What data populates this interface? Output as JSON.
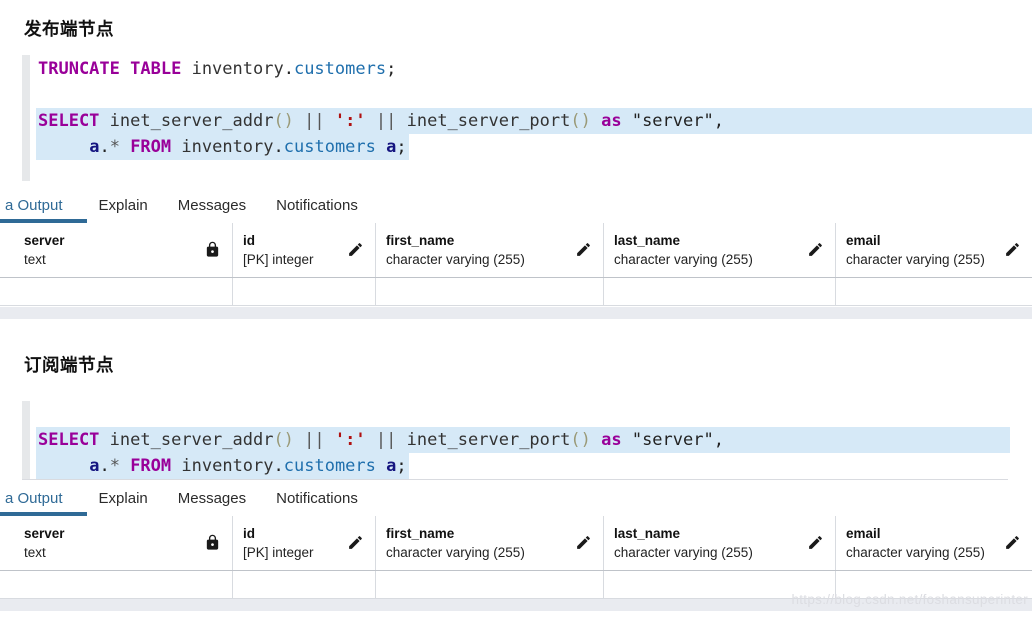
{
  "watermark": "https://blog.csdn.net/foshansuperinter",
  "colors": {
    "keyword": "#990099",
    "identifier": "#333333",
    "table_blue": "#1f6fad",
    "alias_navy": "#151580",
    "string_red": "#b01111",
    "operator_gray": "#555555",
    "paren_olive": "#9a9a78",
    "selection_highlight": "#d6e9f7",
    "active_tab": "#2f6a96",
    "scrollbar_track": "#e9ebf0"
  },
  "icons": {
    "lock": "lock-icon",
    "pencil": "pencil-icon"
  },
  "sections": [
    {
      "title": "发布端节点",
      "code": {
        "lines": [
          {
            "hl": "none",
            "tokens": [
              {
                "t": "TRUNCATE",
                "s": "kw"
              },
              {
                "t": " ",
                "s": "pl"
              },
              {
                "t": "TABLE",
                "s": "kw"
              },
              {
                "t": " ",
                "s": "pl"
              },
              {
                "t": "inventory",
                "s": "id"
              },
              {
                "t": ".",
                "s": "pl"
              },
              {
                "t": "customers",
                "s": "bl"
              },
              {
                "t": ";",
                "s": "pl"
              }
            ]
          },
          {
            "hl": "none",
            "tokens": []
          },
          {
            "hl": "full",
            "tokens": [
              {
                "t": "SELECT",
                "s": "kw"
              },
              {
                "t": " ",
                "s": "pl"
              },
              {
                "t": "inet_server_addr",
                "s": "id"
              },
              {
                "t": "()",
                "s": "pr"
              },
              {
                "t": " ",
                "s": "pl"
              },
              {
                "t": "||",
                "s": "op"
              },
              {
                "t": " ",
                "s": "pl"
              },
              {
                "t": "':'",
                "s": "str"
              },
              {
                "t": " ",
                "s": "pl"
              },
              {
                "t": "||",
                "s": "op"
              },
              {
                "t": " ",
                "s": "pl"
              },
              {
                "t": "inet_server_port",
                "s": "id"
              },
              {
                "t": "()",
                "s": "pr"
              },
              {
                "t": " ",
                "s": "pl"
              },
              {
                "t": "as",
                "s": "kw"
              },
              {
                "t": " \"server\",",
                "s": "pl"
              }
            ]
          },
          {
            "hl": "text",
            "tokens": [
              {
                "t": "     ",
                "s": "pl"
              },
              {
                "t": "a",
                "s": "al"
              },
              {
                "t": ".",
                "s": "pl"
              },
              {
                "t": "*",
                "s": "op"
              },
              {
                "t": " ",
                "s": "pl"
              },
              {
                "t": "FROM",
                "s": "kw"
              },
              {
                "t": " ",
                "s": "pl"
              },
              {
                "t": "inventory",
                "s": "id"
              },
              {
                "t": ".",
                "s": "pl"
              },
              {
                "t": "customers",
                "s": "bl"
              },
              {
                "t": " ",
                "s": "pl"
              },
              {
                "t": "a",
                "s": "al"
              },
              {
                "t": ";",
                "s": "pl"
              }
            ]
          }
        ]
      },
      "tabs": {
        "items": [
          "a Output",
          "Explain",
          "Messages",
          "Notifications"
        ],
        "active": 0
      },
      "grid": {
        "columns": [
          {
            "name": "server",
            "type": "text",
            "icon": "lock"
          },
          {
            "name": "id",
            "type": "[PK] integer",
            "icon": "pencil"
          },
          {
            "name": "first_name",
            "type": "character varying (255)",
            "icon": "pencil"
          },
          {
            "name": "last_name",
            "type": "character varying (255)",
            "icon": "pencil"
          },
          {
            "name": "email",
            "type": "character varying (255)",
            "icon": "pencil"
          }
        ]
      }
    },
    {
      "title": "订阅端节点",
      "code": {
        "lines": [
          {
            "hl": "none",
            "tokens": []
          },
          {
            "hl": "full",
            "tokens": [
              {
                "t": "SELECT",
                "s": "kw"
              },
              {
                "t": " ",
                "s": "pl"
              },
              {
                "t": "inet_server_addr",
                "s": "id"
              },
              {
                "t": "()",
                "s": "pr"
              },
              {
                "t": " ",
                "s": "pl"
              },
              {
                "t": "||",
                "s": "op"
              },
              {
                "t": " ",
                "s": "pl"
              },
              {
                "t": "':'",
                "s": "str"
              },
              {
                "t": " ",
                "s": "pl"
              },
              {
                "t": "||",
                "s": "op"
              },
              {
                "t": " ",
                "s": "pl"
              },
              {
                "t": "inet_server_port",
                "s": "id"
              },
              {
                "t": "()",
                "s": "pr"
              },
              {
                "t": " ",
                "s": "pl"
              },
              {
                "t": "as",
                "s": "kw"
              },
              {
                "t": " \"server\",",
                "s": "pl"
              }
            ]
          },
          {
            "hl": "text",
            "tokens": [
              {
                "t": "     ",
                "s": "pl"
              },
              {
                "t": "a",
                "s": "al"
              },
              {
                "t": ".",
                "s": "pl"
              },
              {
                "t": "*",
                "s": "op"
              },
              {
                "t": " ",
                "s": "pl"
              },
              {
                "t": "FROM",
                "s": "kw"
              },
              {
                "t": " ",
                "s": "pl"
              },
              {
                "t": "inventory",
                "s": "id"
              },
              {
                "t": ".",
                "s": "pl"
              },
              {
                "t": "customers",
                "s": "bl"
              },
              {
                "t": " ",
                "s": "pl"
              },
              {
                "t": "a",
                "s": "al"
              },
              {
                "t": ";",
                "s": "pl"
              }
            ]
          }
        ]
      },
      "tabs": {
        "items": [
          "a Output",
          "Explain",
          "Messages",
          "Notifications"
        ],
        "active": 0
      },
      "grid": {
        "columns": [
          {
            "name": "server",
            "type": "text",
            "icon": "lock"
          },
          {
            "name": "id",
            "type": "[PK] integer",
            "icon": "pencil"
          },
          {
            "name": "first_name",
            "type": "character varying (255)",
            "icon": "pencil"
          },
          {
            "name": "last_name",
            "type": "character varying (255)",
            "icon": "pencil"
          },
          {
            "name": "email",
            "type": "character varying (255)",
            "icon": "pencil"
          }
        ]
      }
    }
  ]
}
